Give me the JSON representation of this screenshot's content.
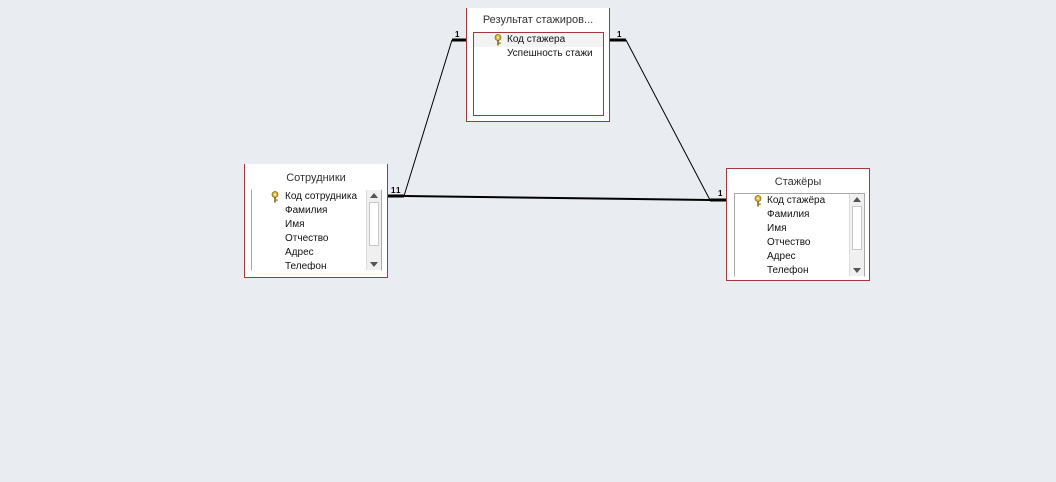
{
  "tables": {
    "results": {
      "title": "Результат стажиров...",
      "fields": [
        {
          "name": "Код стажера",
          "is_key": true
        },
        {
          "name": "Успешность стажи",
          "is_key": false
        }
      ]
    },
    "employees": {
      "title": "Сотрудники",
      "fields": [
        {
          "name": "Код сотрудника",
          "is_key": true
        },
        {
          "name": "Фамилия",
          "is_key": false
        },
        {
          "name": "Имя",
          "is_key": false
        },
        {
          "name": "Отчество",
          "is_key": false
        },
        {
          "name": "Адрес",
          "is_key": false
        },
        {
          "name": "Телефон",
          "is_key": false
        }
      ]
    },
    "trainees": {
      "title": "Стажёры",
      "fields": [
        {
          "name": "Код стажёра",
          "is_key": true
        },
        {
          "name": "Фамилия",
          "is_key": false
        },
        {
          "name": "Имя",
          "is_key": false
        },
        {
          "name": "Отчество",
          "is_key": false
        },
        {
          "name": "Адрес",
          "is_key": false
        },
        {
          "name": "Телефон",
          "is_key": false
        }
      ]
    }
  },
  "relationships": {
    "results_employees": {
      "end_results": "1",
      "end_employees": "1"
    },
    "results_trainees": {
      "end_results": "1",
      "end_trainees": "1"
    },
    "employees_trainees": {
      "end_employees": "1",
      "end_trainees": "1"
    }
  },
  "colors": {
    "background": "#e9ecf0",
    "table_border": "#a4373a",
    "key_icon": "#d4a829"
  }
}
